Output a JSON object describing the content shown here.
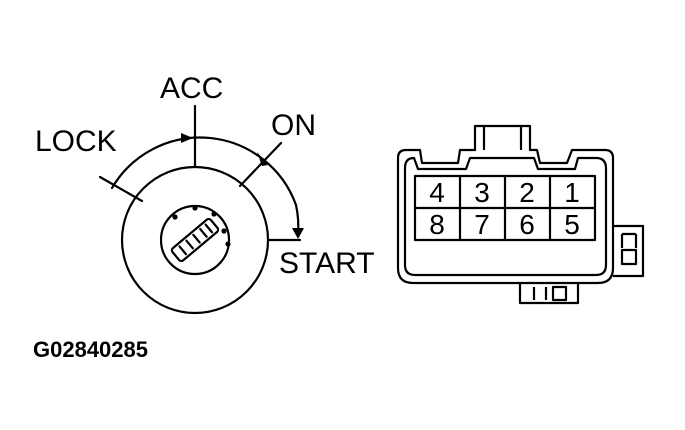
{
  "switch": {
    "positions": {
      "lock": "LOCK",
      "acc": "ACC",
      "on": "ON",
      "start": "START"
    }
  },
  "connector": {
    "top_row": [
      "4",
      "3",
      "2",
      "1"
    ],
    "bottom_row": [
      "8",
      "7",
      "6",
      "5"
    ]
  },
  "figure_code": "G02840285",
  "colors": {
    "line": "#000000",
    "background": "#ffffff"
  }
}
